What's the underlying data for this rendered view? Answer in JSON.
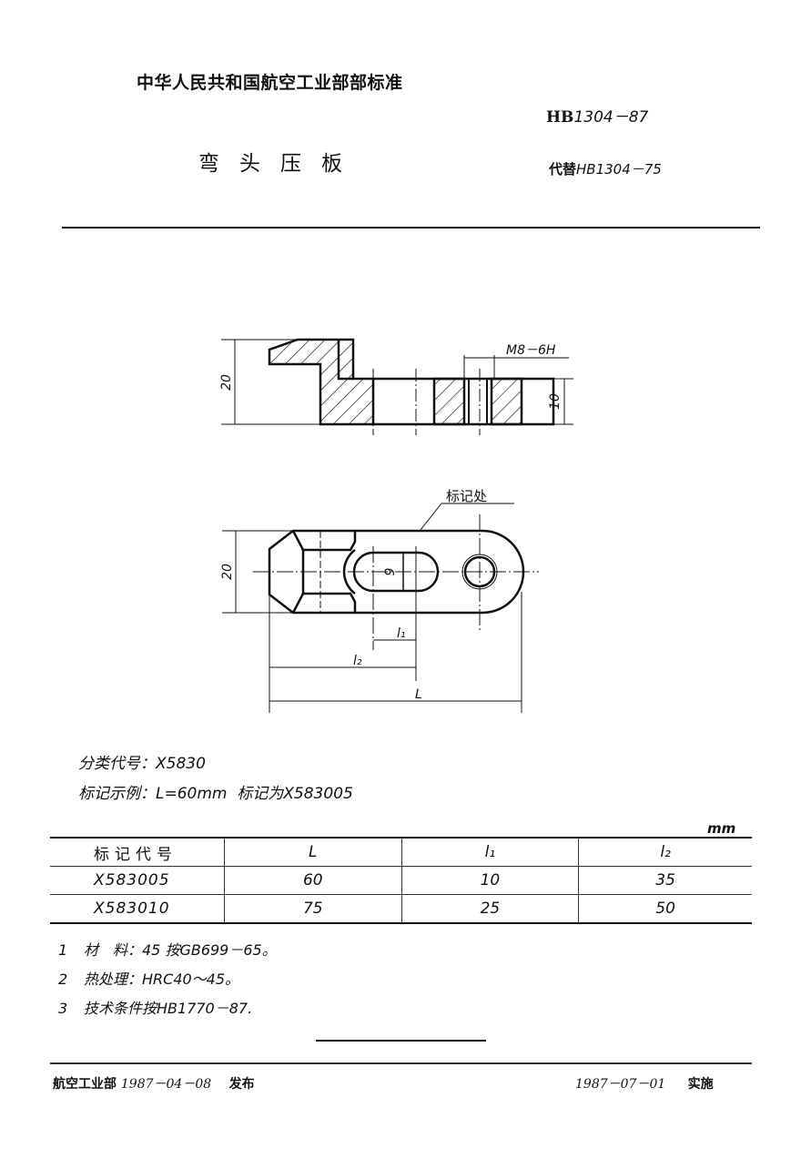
{
  "header": {
    "organization": "中华人民共和国航空工业部部标准",
    "standard_prefix": "HB",
    "standard_number": "1304－87",
    "title": "弯头压板",
    "replaces_label": "代替",
    "replaces_number": "HB1304－75"
  },
  "drawing": {
    "front_view": {
      "dim_height": "20",
      "dim_thickness": "10",
      "thread_label": "M8－6H"
    },
    "top_view": {
      "mark_location_label": "标记处",
      "dim_height": "20",
      "slot_width": "9",
      "dim_l1": "l₁",
      "dim_l2": "l₂",
      "dim_L": "L"
    }
  },
  "info": {
    "classification_label": "分类代号：",
    "classification_value": "X5830",
    "marking_example_label": "标记示例：",
    "marking_example_value": "L=60mm",
    "marking_as_label": "标记为",
    "marking_as_value": "X583005"
  },
  "table": {
    "unit": "mm",
    "headers": [
      "标记代号",
      "L",
      "l₁",
      "l₂"
    ],
    "rows": [
      [
        "X583005",
        "60",
        "10",
        "35"
      ],
      [
        "X583010",
        "75",
        "25",
        "50"
      ]
    ]
  },
  "notes": [
    {
      "num": "1",
      "text": "材　料：45 按GB699－65。"
    },
    {
      "num": "2",
      "text": "热处理：HRC40～45。"
    },
    {
      "num": "3",
      "text": "技术条件按HB1770－87."
    }
  ],
  "footer": {
    "issuer": "航空工业部",
    "issue_date": "1987－04－08",
    "issue_label": "发布",
    "effective_date": "1987－07－01",
    "effective_label": "实施"
  }
}
